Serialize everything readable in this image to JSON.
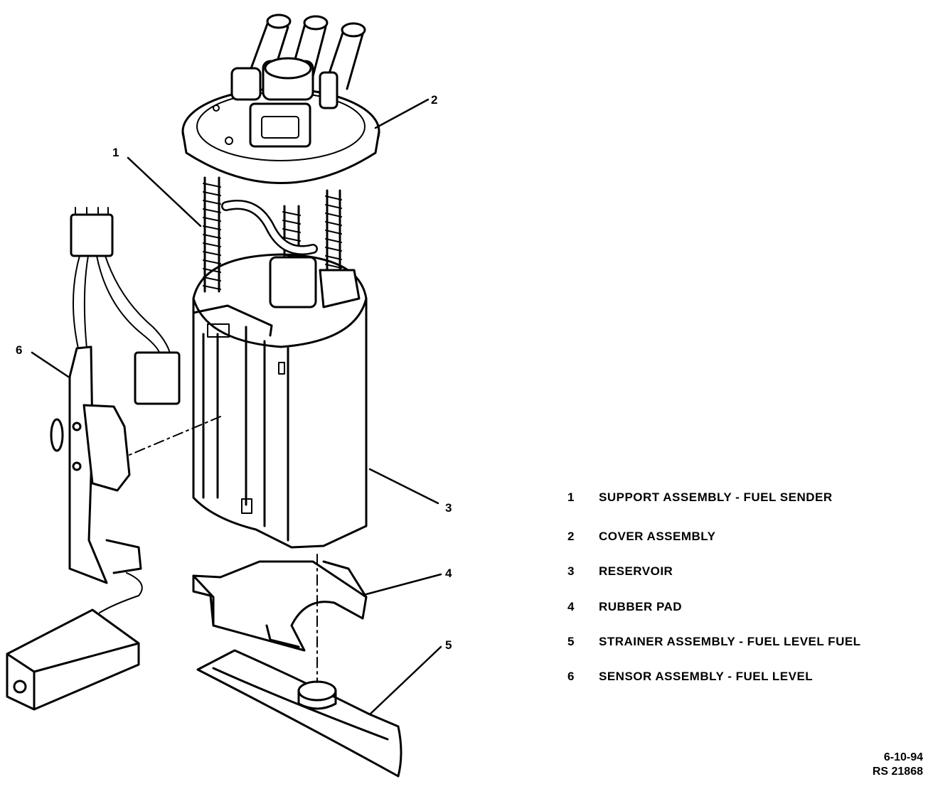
{
  "callouts": [
    "1",
    "2",
    "3",
    "4",
    "5",
    "6"
  ],
  "legend": [
    {
      "number": "1",
      "label": "SUPPORT ASSEMBLY - FUEL SENDER"
    },
    {
      "number": "2",
      "label": "COVER ASSEMBLY"
    },
    {
      "number": "3",
      "label": "RESERVOIR"
    },
    {
      "number": "4",
      "label": "RUBBER PAD"
    },
    {
      "number": "5",
      "label": "STRAINER ASSEMBLY - FUEL LEVEL FUEL"
    },
    {
      "number": "6",
      "label": "SENSOR ASSEMBLY - FUEL LEVEL"
    }
  ],
  "stamp": {
    "date": "6-10-94",
    "code": "RS 21868"
  }
}
